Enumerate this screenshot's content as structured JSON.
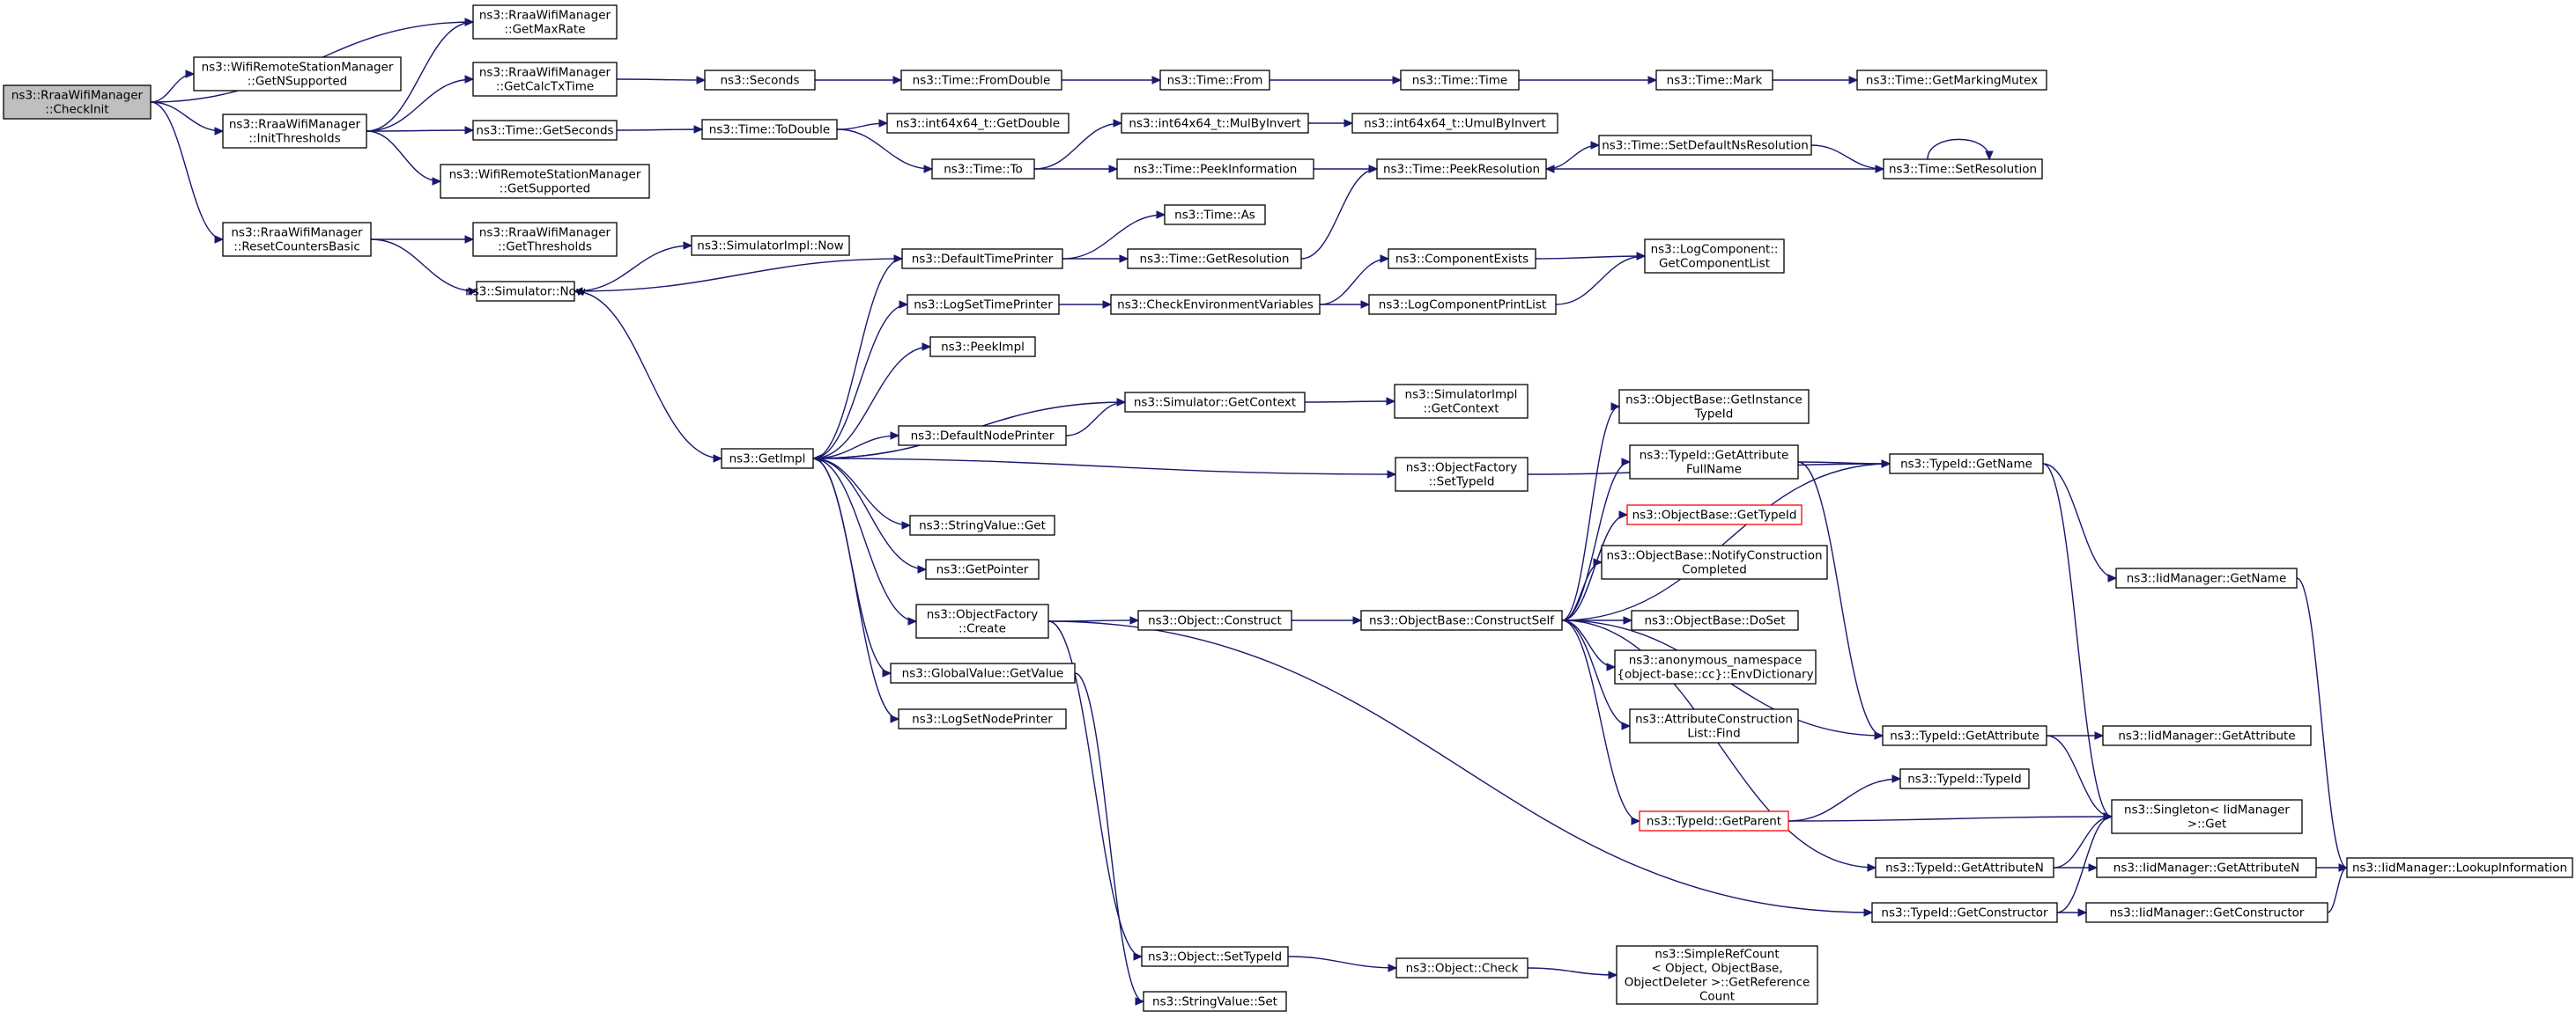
{
  "graph": {
    "edge_color": "#191970",
    "root_fill": "#bfbfbf",
    "highlight_border": "#ff0000",
    "nodes": [
      {
        "id": "checkinit",
        "lines": [
          "ns3::RraaWifiManager",
          "::CheckInit"
        ],
        "root": true
      },
      {
        "id": "getmaxrate",
        "lines": [
          "ns3::RraaWifiManager",
          "::GetMaxRate"
        ]
      },
      {
        "id": "getnsupported",
        "lines": [
          "ns3::WifiRemoteStationManager",
          "::GetNSupported"
        ]
      },
      {
        "id": "initthresholds",
        "lines": [
          "ns3::RraaWifiManager",
          "::InitThresholds"
        ]
      },
      {
        "id": "resetcounters",
        "lines": [
          "ns3::RraaWifiManager",
          "::ResetCountersBasic"
        ]
      },
      {
        "id": "getcalctxtime",
        "lines": [
          "ns3::RraaWifiManager",
          "::GetCalcTxTime"
        ]
      },
      {
        "id": "getseconds",
        "lines": [
          "ns3::Time::GetSeconds"
        ]
      },
      {
        "id": "getsupported",
        "lines": [
          "ns3::WifiRemoteStationManager",
          "::GetSupported"
        ]
      },
      {
        "id": "getthresholds",
        "lines": [
          "ns3::RraaWifiManager",
          "::GetThresholds"
        ]
      },
      {
        "id": "simnow",
        "lines": [
          "ns3::Simulator::Now"
        ]
      },
      {
        "id": "seconds",
        "lines": [
          "ns3::Seconds"
        ]
      },
      {
        "id": "todouble",
        "lines": [
          "ns3::Time::ToDouble"
        ]
      },
      {
        "id": "simimplnow",
        "lines": [
          "ns3::SimulatorImpl::Now"
        ]
      },
      {
        "id": "getimpl",
        "lines": [
          "ns3::GetImpl"
        ]
      },
      {
        "id": "fromdouble",
        "lines": [
          "ns3::Time::FromDouble"
        ]
      },
      {
        "id": "int64getdouble",
        "lines": [
          "ns3::int64x64_t::GetDouble"
        ]
      },
      {
        "id": "timeto",
        "lines": [
          "ns3::Time::To"
        ]
      },
      {
        "id": "defaulttimeprinter",
        "lines": [
          "ns3::DefaultTimePrinter"
        ]
      },
      {
        "id": "logsettimeprinter",
        "lines": [
          "ns3::LogSetTimePrinter"
        ]
      },
      {
        "id": "peekimpl",
        "lines": [
          "ns3::PeekImpl"
        ]
      },
      {
        "id": "defaultnodeprinter",
        "lines": [
          "ns3::DefaultNodePrinter"
        ]
      },
      {
        "id": "stringvalueget",
        "lines": [
          "ns3::StringValue::Get"
        ]
      },
      {
        "id": "getpointer",
        "lines": [
          "ns3::GetPointer"
        ]
      },
      {
        "id": "objfactorycreate",
        "lines": [
          "ns3::ObjectFactory",
          "::Create"
        ]
      },
      {
        "id": "globalvaluegetvalue",
        "lines": [
          "ns3::GlobalValue::GetValue"
        ]
      },
      {
        "id": "logsetnodeprinter",
        "lines": [
          "ns3::LogSetNodePrinter"
        ]
      },
      {
        "id": "timefrom",
        "lines": [
          "ns3::Time::From"
        ]
      },
      {
        "id": "mulbyinvert",
        "lines": [
          "ns3::int64x64_t::MulByInvert"
        ]
      },
      {
        "id": "peekinformation",
        "lines": [
          "ns3::Time::PeekInformation"
        ]
      },
      {
        "id": "timeas",
        "lines": [
          "ns3::Time::As"
        ]
      },
      {
        "id": "timegetresolution",
        "lines": [
          "ns3::Time::GetResolution"
        ]
      },
      {
        "id": "checkenvvars",
        "lines": [
          "ns3::CheckEnvironmentVariables"
        ]
      },
      {
        "id": "simgetcontext",
        "lines": [
          "ns3::Simulator::GetContext"
        ]
      },
      {
        "id": "objectconstruct",
        "lines": [
          "ns3::Object::Construct"
        ]
      },
      {
        "id": "objectsettypeid",
        "lines": [
          "ns3::Object::SetTypeId"
        ]
      },
      {
        "id": "stringvalueset",
        "lines": [
          "ns3::StringValue::Set"
        ]
      },
      {
        "id": "timetime",
        "lines": [
          "ns3::Time::Time"
        ]
      },
      {
        "id": "umulbyinvert",
        "lines": [
          "ns3::int64x64_t::UmulByInvert"
        ]
      },
      {
        "id": "peekresolution",
        "lines": [
          "ns3::Time::PeekResolution"
        ]
      },
      {
        "id": "componentexists",
        "lines": [
          "ns3::ComponentExists"
        ]
      },
      {
        "id": "logcomponentprintlist",
        "lines": [
          "ns3::LogComponentPrintList"
        ]
      },
      {
        "id": "simimplgetcontext",
        "lines": [
          "ns3::SimulatorImpl",
          "::GetContext"
        ]
      },
      {
        "id": "objfactorysettypeid",
        "lines": [
          "ns3::ObjectFactory",
          "::SetTypeId"
        ]
      },
      {
        "id": "constructself",
        "lines": [
          "ns3::ObjectBase::ConstructSelf"
        ]
      },
      {
        "id": "objectcheck",
        "lines": [
          "ns3::Object::Check"
        ]
      },
      {
        "id": "timemark",
        "lines": [
          "ns3::Time::Mark"
        ]
      },
      {
        "id": "setdefaultnsres",
        "lines": [
          "ns3::Time::SetDefaultNsResolution"
        ]
      },
      {
        "id": "getcomponentlist",
        "lines": [
          "ns3::LogComponent::",
          "GetComponentList"
        ]
      },
      {
        "id": "getinstancetypeid",
        "lines": [
          "ns3::ObjectBase::GetInstance",
          "TypeId"
        ]
      },
      {
        "id": "getattributefullname",
        "lines": [
          "ns3::TypeId::GetAttribute",
          "FullName"
        ]
      },
      {
        "id": "objbasegettypeid",
        "lines": [
          "ns3::ObjectBase::GetTypeId"
        ],
        "red": true
      },
      {
        "id": "notifyconstruction",
        "lines": [
          "ns3::ObjectBase::NotifyConstruction",
          "Completed"
        ]
      },
      {
        "id": "doset",
        "lines": [
          "ns3::ObjectBase::DoSet"
        ]
      },
      {
        "id": "envdictionary",
        "lines": [
          "ns3::anonymous_namespace",
          "{object-base::cc}::EnvDictionary"
        ]
      },
      {
        "id": "attrconstructionfind",
        "lines": [
          "ns3::AttributeConstruction",
          "List::Find"
        ]
      },
      {
        "id": "typeidgetparent",
        "lines": [
          "ns3::TypeId::GetParent"
        ],
        "red": true
      },
      {
        "id": "simplerefcount",
        "lines": [
          "ns3::SimpleRefCount",
          "< Object, ObjectBase,",
          "ObjectDeleter >::GetReference",
          "Count"
        ]
      },
      {
        "id": "getmarkingmutex",
        "lines": [
          "ns3::Time::GetMarkingMutex"
        ]
      },
      {
        "id": "setresolution",
        "lines": [
          "ns3::Time::SetResolution"
        ]
      },
      {
        "id": "typeidgetname",
        "lines": [
          "ns3::TypeId::GetName"
        ]
      },
      {
        "id": "typeidgetattribute",
        "lines": [
          "ns3::TypeId::GetAttribute"
        ]
      },
      {
        "id": "typeidtypeid",
        "lines": [
          "ns3::TypeId::TypeId"
        ]
      },
      {
        "id": "typeidgetattributen",
        "lines": [
          "ns3::TypeId::GetAttributeN"
        ]
      },
      {
        "id": "typeidgetconstructor",
        "lines": [
          "ns3::TypeId::GetConstructor"
        ]
      },
      {
        "id": "iidgetname",
        "lines": [
          "ns3::IidManager::GetName"
        ]
      },
      {
        "id": "iidgetattribute",
        "lines": [
          "ns3::IidManager::GetAttribute"
        ]
      },
      {
        "id": "singletonget",
        "lines": [
          "ns3::Singleton< IidManager",
          ">::Get"
        ]
      },
      {
        "id": "iidgetattributen",
        "lines": [
          "ns3::IidManager::GetAttributeN"
        ]
      },
      {
        "id": "iidgetconstructor",
        "lines": [
          "ns3::IidManager::GetConstructor"
        ]
      },
      {
        "id": "iidlookupinformation",
        "lines": [
          "ns3::IidManager::LookupInformation"
        ]
      }
    ],
    "edges": [
      [
        "checkinit",
        "getmaxrate"
      ],
      [
        "checkinit",
        "getnsupported"
      ],
      [
        "checkinit",
        "initthresholds"
      ],
      [
        "checkinit",
        "resetcounters"
      ],
      [
        "initthresholds",
        "getmaxrate"
      ],
      [
        "initthresholds",
        "getcalctxtime"
      ],
      [
        "initthresholds",
        "getseconds"
      ],
      [
        "initthresholds",
        "getsupported"
      ],
      [
        "resetcounters",
        "getthresholds"
      ],
      [
        "resetcounters",
        "simnow"
      ],
      [
        "getcalctxtime",
        "seconds"
      ],
      [
        "seconds",
        "fromdouble"
      ],
      [
        "fromdouble",
        "timefrom"
      ],
      [
        "timefrom",
        "timetime"
      ],
      [
        "timetime",
        "timemark"
      ],
      [
        "timemark",
        "getmarkingmutex"
      ],
      [
        "getseconds",
        "todouble"
      ],
      [
        "todouble",
        "int64getdouble"
      ],
      [
        "todouble",
        "timeto"
      ],
      [
        "timeto",
        "mulbyinvert"
      ],
      [
        "timeto",
        "peekinformation"
      ],
      [
        "mulbyinvert",
        "umulbyinvert"
      ],
      [
        "peekinformation",
        "peekresolution"
      ],
      [
        "peekresolution",
        "setdefaultnsres"
      ],
      [
        "setdefaultnsres",
        "setresolution"
      ],
      [
        "setresolution",
        "peekresolution"
      ],
      [
        "setresolution",
        "setresolution"
      ],
      [
        "simnow",
        "simimplnow"
      ],
      [
        "simnow",
        "getimpl"
      ],
      [
        "defaulttimeprinter",
        "simnow"
      ],
      [
        "defaulttimeprinter",
        "timeas"
      ],
      [
        "defaulttimeprinter",
        "timegetresolution"
      ],
      [
        "timegetresolution",
        "peekresolution"
      ],
      [
        "getimpl",
        "defaulttimeprinter"
      ],
      [
        "getimpl",
        "logsettimeprinter"
      ],
      [
        "getimpl",
        "peekimpl"
      ],
      [
        "getimpl",
        "simgetcontext"
      ],
      [
        "getimpl",
        "defaultnodeprinter"
      ],
      [
        "getimpl",
        "objfactorysettypeid"
      ],
      [
        "getimpl",
        "stringvalueget"
      ],
      [
        "getimpl",
        "getpointer"
      ],
      [
        "getimpl",
        "objfactorycreate"
      ],
      [
        "getimpl",
        "globalvaluegetvalue"
      ],
      [
        "getimpl",
        "logsetnodeprinter"
      ],
      [
        "simgetcontext",
        "getimpl"
      ],
      [
        "defaultnodeprinter",
        "simgetcontext"
      ],
      [
        "simgetcontext",
        "simimplgetcontext"
      ],
      [
        "logsettimeprinter",
        "checkenvvars"
      ],
      [
        "checkenvvars",
        "componentexists"
      ],
      [
        "checkenvvars",
        "logcomponentprintlist"
      ],
      [
        "componentexists",
        "getcomponentlist"
      ],
      [
        "logcomponentprintlist",
        "getcomponentlist"
      ],
      [
        "objfactorysettypeid",
        "typeidgetname"
      ],
      [
        "objfactorycreate",
        "objectconstruct"
      ],
      [
        "objfactorycreate",
        "objectsettypeid"
      ],
      [
        "objfactorycreate",
        "typeidgetconstructor"
      ],
      [
        "globalvaluegetvalue",
        "stringvalueset"
      ],
      [
        "objectconstruct",
        "constructself"
      ],
      [
        "objectsettypeid",
        "objectcheck"
      ],
      [
        "objectcheck",
        "simplerefcount"
      ],
      [
        "constructself",
        "typeidgetname"
      ],
      [
        "constructself",
        "getinstancetypeid"
      ],
      [
        "constructself",
        "getattributefullname"
      ],
      [
        "constructself",
        "objbasegettypeid"
      ],
      [
        "constructself",
        "notifyconstruction"
      ],
      [
        "constructself",
        "doset"
      ],
      [
        "constructself",
        "envdictionary"
      ],
      [
        "constructself",
        "attrconstructionfind"
      ],
      [
        "constructself",
        "typeidgetattribute"
      ],
      [
        "constructself",
        "typeidgetparent"
      ],
      [
        "constructself",
        "typeidgetattributen"
      ],
      [
        "getattributefullname",
        "typeidgetname"
      ],
      [
        "getattributefullname",
        "typeidgetattribute"
      ],
      [
        "typeidgetname",
        "iidgetname"
      ],
      [
        "typeidgetname",
        "singletonget"
      ],
      [
        "iidgetname",
        "iidlookupinformation"
      ],
      [
        "typeidgetattribute",
        "iidgetattribute"
      ],
      [
        "typeidgetattribute",
        "singletonget"
      ],
      [
        "typeidgetparent",
        "typeidtypeid"
      ],
      [
        "typeidgetparent",
        "singletonget"
      ],
      [
        "typeidgetattributen",
        "singletonget"
      ],
      [
        "typeidgetattributen",
        "iidgetattributen"
      ],
      [
        "typeidgetconstructor",
        "singletonget"
      ],
      [
        "typeidgetconstructor",
        "iidgetconstructor"
      ],
      [
        "iidgetattributen",
        "iidlookupinformation"
      ],
      [
        "iidgetconstructor",
        "iidlookupinformation"
      ]
    ]
  }
}
